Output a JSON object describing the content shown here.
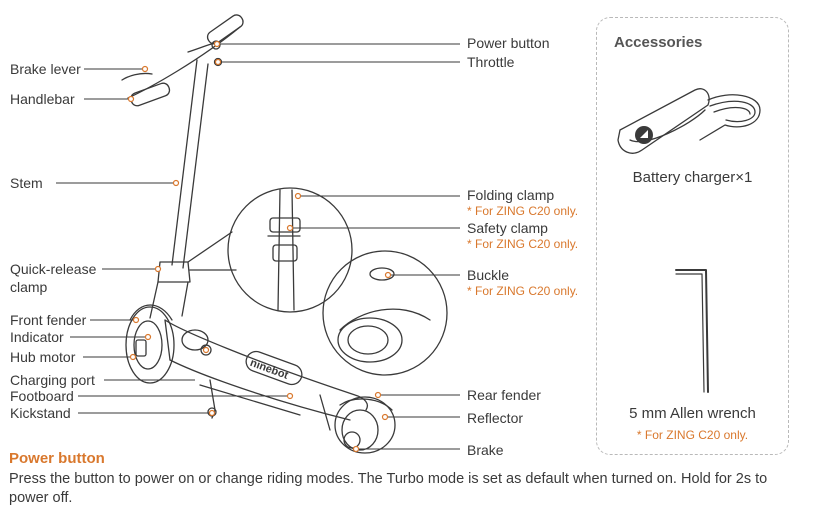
{
  "colors": {
    "accent": "#d9782d",
    "line": "#3a3a3a",
    "text": "#3a3a3a"
  },
  "left_labels": {
    "brake_lever": "Brake lever",
    "handlebar": "Handlebar",
    "stem": "Stem",
    "quick_release_1": "Quick-release",
    "quick_release_2": "clamp",
    "front_fender": "Front fender",
    "indicator": "Indicator",
    "hub_motor": "Hub motor",
    "charging_port": "Charging port",
    "footboard": "Footboard",
    "kickstand": "Kickstand"
  },
  "right_labels": {
    "power_button": "Power button",
    "throttle": "Throttle",
    "folding_clamp": "Folding clamp",
    "folding_clamp_note": "* For ZING C20 only.",
    "safety_clamp": "Safety clamp",
    "safety_clamp_note": "* For ZING C20 only.",
    "buckle": "Buckle",
    "buckle_note": "* For ZING C20 only.",
    "rear_fender": "Rear fender",
    "reflector": "Reflector",
    "brake": "Brake"
  },
  "brand_logo": "ninebot",
  "accessories": {
    "title": "Accessories",
    "charger": "Battery charger×1",
    "wrench": "5 mm Allen wrench",
    "wrench_note": "* For ZING C20 only."
  },
  "power_section": {
    "title": "Power button",
    "description": "Press the button to power on or change riding modes. The Turbo mode is set as default when turned on. Hold for 2s to power off."
  }
}
